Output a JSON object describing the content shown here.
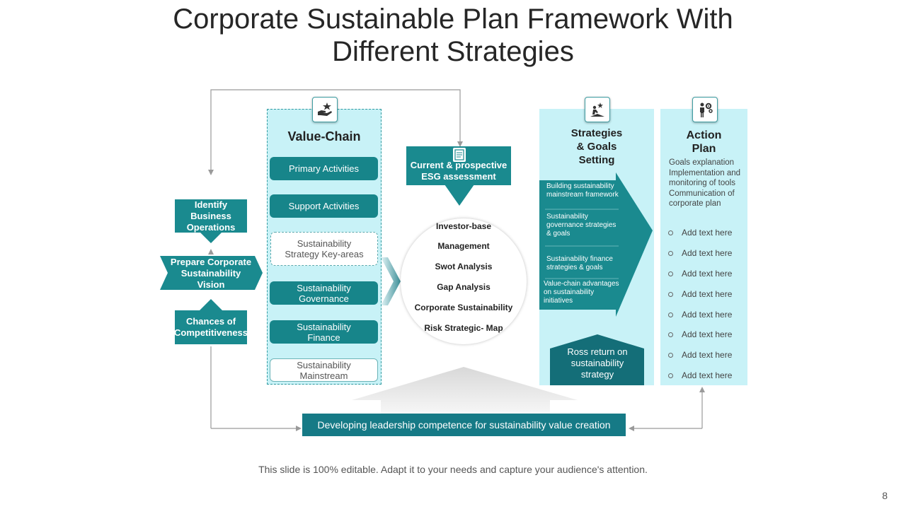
{
  "title": {
    "line1": "Corporate Sustainable Plan Framework With",
    "line2": "Different Strategies"
  },
  "left": {
    "identify": "Identify Business Operations",
    "prepare": "Prepare Corporate Sustainability Vision",
    "chances": "Chances of Competitiveness"
  },
  "value_chain": {
    "icon": "hand-star-icon",
    "heading": "Value-Chain",
    "items": [
      {
        "label": "Primary Activities",
        "style": "teal"
      },
      {
        "label": "Support Activities",
        "style": "teal"
      },
      {
        "label": "Sustainability Strategy Key-areas",
        "style": "outline"
      },
      {
        "label": "Sustainability Governance",
        "style": "teal"
      },
      {
        "label": "Sustainability Finance",
        "style": "teal"
      },
      {
        "label": "Sustainability Mainstream",
        "style": "solid-outline"
      }
    ]
  },
  "esg": {
    "icon": "document-icon",
    "label": "Current & prospective ESG assessment"
  },
  "circle_items": [
    "Investor-base",
    "Management",
    "Swot Analysis",
    "Gap Analysis",
    "Corporate Sustainability",
    "Risk Strategic- Map"
  ],
  "strategies": {
    "icon": "climber-flag-icon",
    "heading": "Strategies & Goals Setting",
    "items": [
      "Building sustainability mainstream framework",
      "Sustainability governance strategies & goals",
      "Sustainability finance strategies & goals",
      "Value-chain advantages on sustainability initiatives"
    ],
    "ross": "Ross return on sustainability strategy"
  },
  "action_plan": {
    "icon": "person-gear-icon",
    "heading": "Action Plan",
    "text": [
      "Goals explanation",
      "Implementation and monitoring of tools",
      "Communication of corporate plan"
    ],
    "bullets": [
      "Add text here",
      "Add text here",
      "Add text here",
      "Add text here",
      "Add text here",
      "Add text here",
      "Add text here",
      "Add text here"
    ]
  },
  "bottom_bar": "Developing leadership competence for sustainability value creation",
  "footer": "This slide is 100% editable. Adapt it to your needs and capture your audience's attention.",
  "page_number": "8",
  "colors": {
    "teal": "#1a8a8f",
    "dark_teal": "#146e78",
    "pale_cyan": "#c8f2f7",
    "connector": "#9a9a9a"
  }
}
